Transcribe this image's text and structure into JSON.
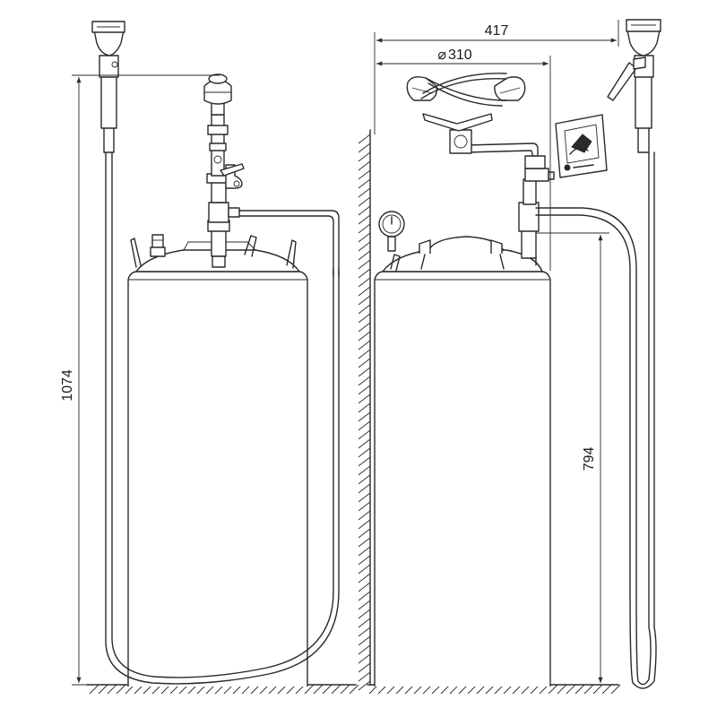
{
  "dimensions": {
    "overall_height": "1074",
    "overall_width": "417",
    "tank_diameter": "310",
    "diameter_symbol": "⌀",
    "inlet_height": "794"
  },
  "colors": {
    "line": "#2a2a2a",
    "background": "#ffffff"
  }
}
